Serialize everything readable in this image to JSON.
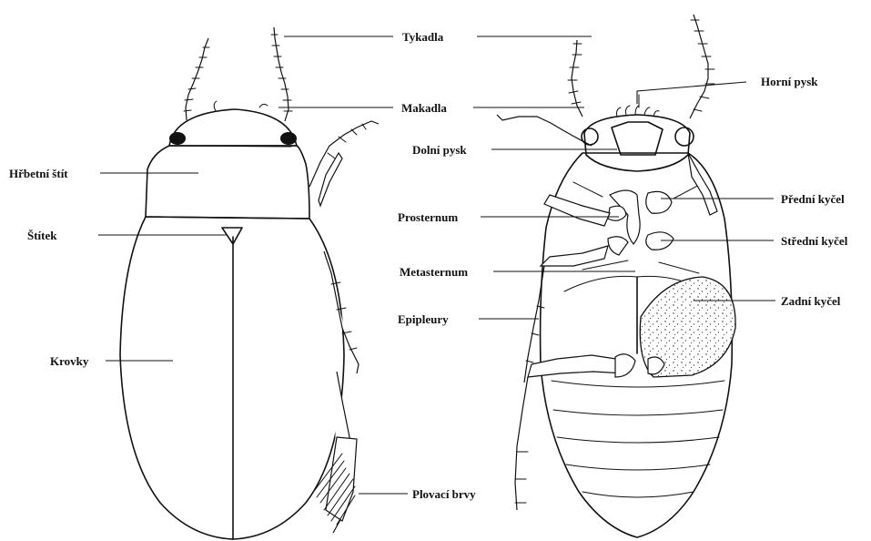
{
  "labels": {
    "tykadla": "Tykadla",
    "makadla": "Makadla",
    "horni_pysk": "Horní pysk",
    "dolni_pysk": "Dolní pysk",
    "hrbetni_stit": "Hřbetní štít",
    "stitek": "Štítek",
    "krovky": "Krovky",
    "plovaci_brvy": "Plovací brvy",
    "prosternum": "Prosternum",
    "metasternum": "Metasternum",
    "epipleury": "Epipleury",
    "predni_kycel": "Přední kyčel",
    "stredni_kycel": "Střední kyčel",
    "zadni_kycel": "Zadní kyčel"
  },
  "colors": {
    "ink": "#111111",
    "paper": "#ffffff"
  }
}
